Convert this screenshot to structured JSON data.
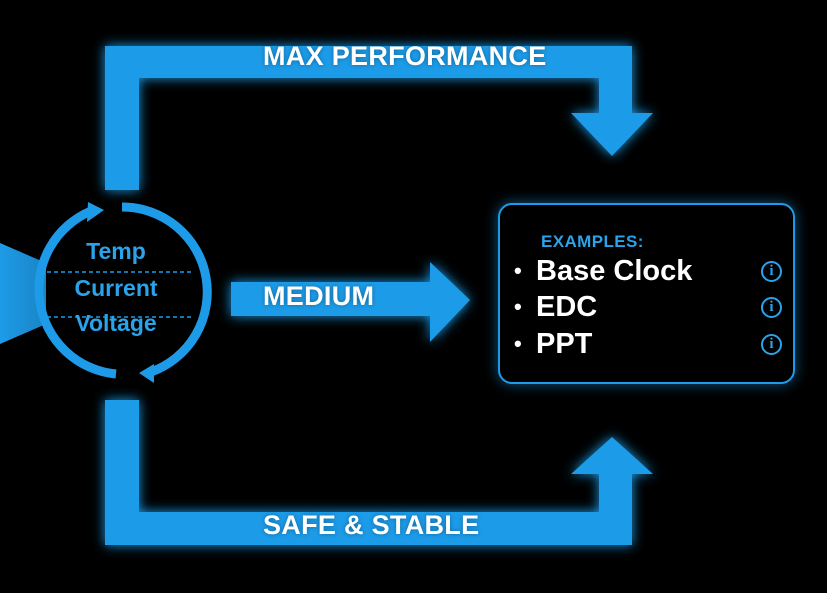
{
  "paths": {
    "max": "MAX PERFORMANCE",
    "medium": "MEDIUM",
    "safe": "SAFE & STABLE"
  },
  "cycle": {
    "items": [
      "Temp",
      "Current",
      "Voltage"
    ]
  },
  "examples": {
    "title": "EXAMPLES:",
    "items": [
      {
        "label": "Base Clock",
        "bullet": "•",
        "info": "i"
      },
      {
        "label": "EDC",
        "bullet": "•",
        "info": "i"
      },
      {
        "label": "PPT",
        "bullet": "•",
        "info": "i"
      }
    ]
  },
  "colors": {
    "background": "#000000",
    "accent": "#1e9be8",
    "accent_text": "#2aa3ea",
    "text": "#ffffff"
  },
  "icons": {
    "cycle": "circular-arrows-icon",
    "info": "info-icon",
    "input": "funnel-icon"
  }
}
